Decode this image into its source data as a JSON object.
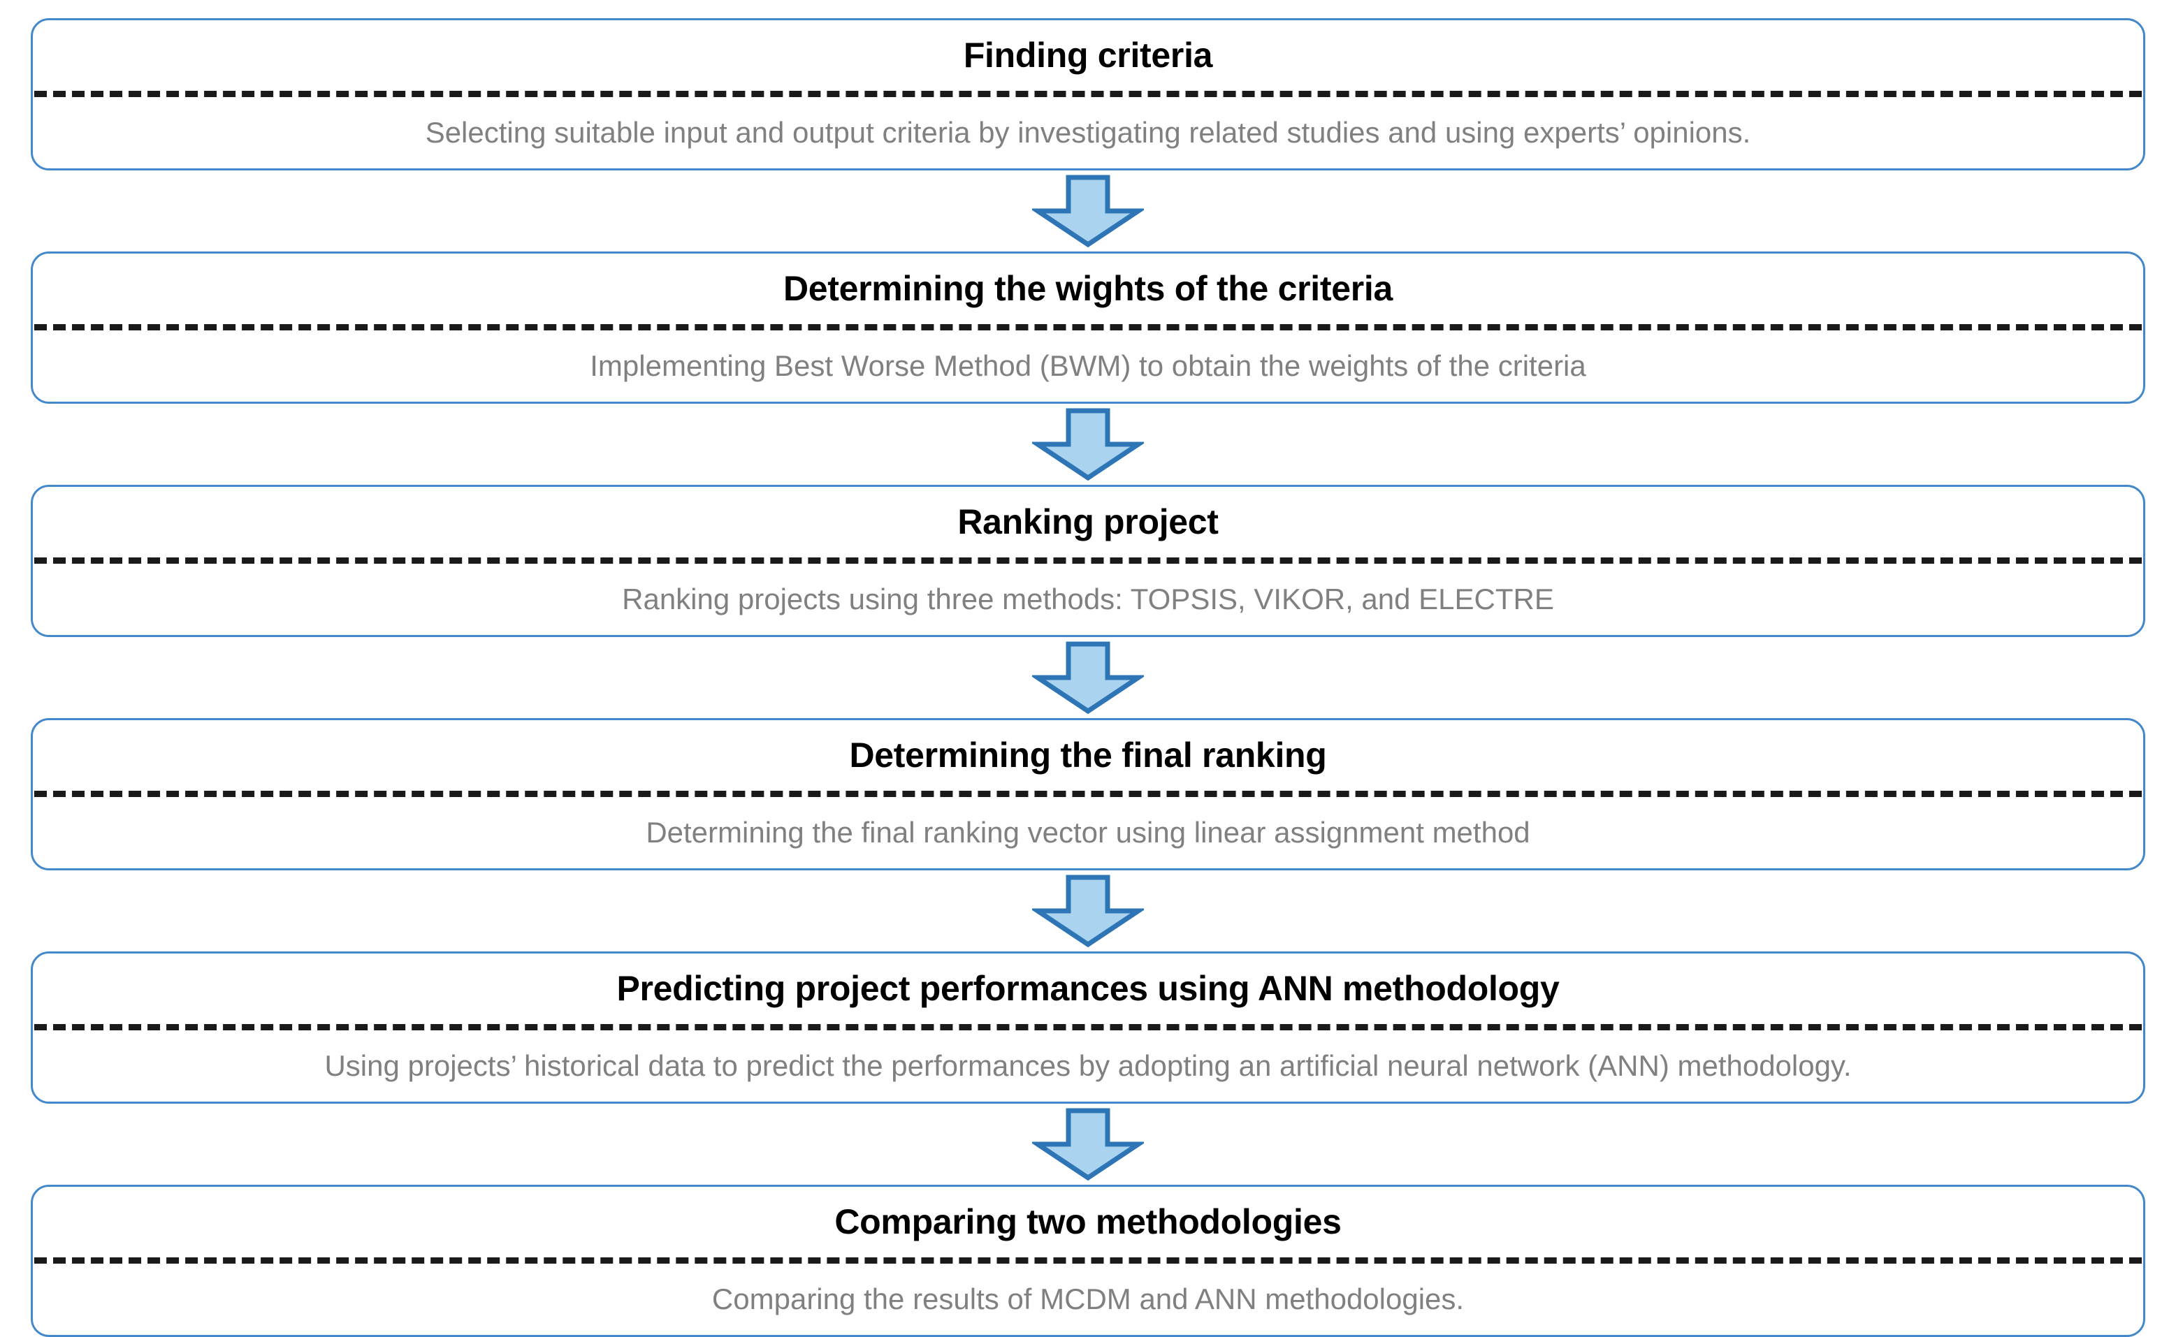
{
  "diagram": {
    "type": "vertical-flowchart",
    "orientation": "top-to-bottom",
    "step_count": 6,
    "colors": {
      "box_border": "#4488CC",
      "divider": "#1a1a1a",
      "title_text": "#000000",
      "description_text": "#808080",
      "arrow_fill": "#A9D3EF",
      "arrow_border": "#2E75B6",
      "background": "#FFFFFF"
    },
    "connector_icon": "down-arrow-icon",
    "steps": [
      {
        "index": 1,
        "title": "Finding criteria",
        "description": "Selecting suitable input and output criteria by investigating related studies and using experts’ opinions."
      },
      {
        "index": 2,
        "title": "Determining the wights of the criteria",
        "description": "Implementing Best Worse Method (BWM) to obtain the weights of the criteria"
      },
      {
        "index": 3,
        "title": "Ranking project",
        "description": "Ranking projects using three methods: TOPSIS, VIKOR, and ELECTRE"
      },
      {
        "index": 4,
        "title": "Determining the final ranking",
        "description": "Determining the final ranking vector using linear assignment method"
      },
      {
        "index": 5,
        "title": "Predicting project performances using ANN methodology",
        "description": "Using projects’ historical data to predict the performances by adopting an artificial neural network (ANN) methodology."
      },
      {
        "index": 6,
        "title": "Comparing two methodologies",
        "description": "Comparing the results of MCDM and ANN methodologies."
      }
    ]
  }
}
